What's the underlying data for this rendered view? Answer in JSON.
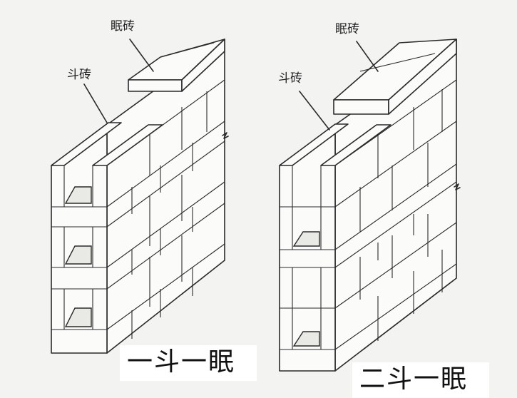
{
  "figures": [
    {
      "id": "left",
      "caption": "一斗一眠",
      "label_top": "眠砖",
      "label_side": "斗砖"
    },
    {
      "id": "right",
      "caption": "二斗一眠",
      "label_top": "眠砖",
      "label_side": "斗砖"
    }
  ]
}
